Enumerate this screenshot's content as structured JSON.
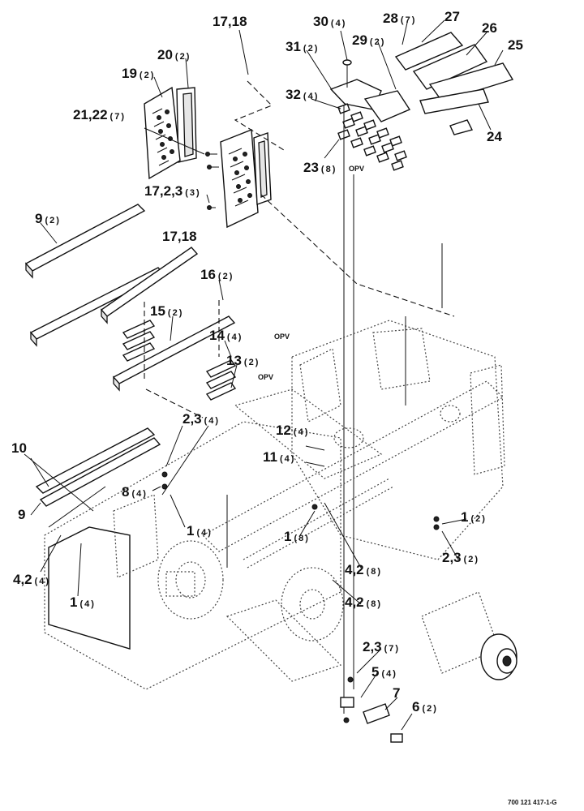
{
  "drawing_code": "700 121 417-1-G",
  "callouts": [
    {
      "id": "c1",
      "num": "17,18",
      "qty": ""
    },
    {
      "id": "c2",
      "num": "20",
      "qty": "(2)"
    },
    {
      "id": "c3",
      "num": "19",
      "qty": "(2)"
    },
    {
      "id": "c4",
      "num": "21,22",
      "qty": "(7)"
    },
    {
      "id": "c5",
      "num": "17,2,3",
      "qty": "(3)"
    },
    {
      "id": "c6",
      "num": "17,18",
      "qty": ""
    },
    {
      "id": "c7",
      "num": "30",
      "qty": "(4)"
    },
    {
      "id": "c8",
      "num": "31",
      "qty": "(2)"
    },
    {
      "id": "c9",
      "num": "28",
      "qty": "(7)"
    },
    {
      "id": "c10",
      "num": "27",
      "qty": ""
    },
    {
      "id": "c11",
      "num": "29",
      "qty": "(2)"
    },
    {
      "id": "c12",
      "num": "26",
      "qty": ""
    },
    {
      "id": "c13",
      "num": "25",
      "qty": ""
    },
    {
      "id": "c14",
      "num": "32",
      "qty": "(4)"
    },
    {
      "id": "c15",
      "num": "24",
      "qty": ""
    },
    {
      "id": "c16",
      "num": "23",
      "qty": "(8)",
      "note": "OPV"
    },
    {
      "id": "c17",
      "num": "9",
      "qty": "(2)"
    },
    {
      "id": "c18",
      "num": "16",
      "qty": "(2)"
    },
    {
      "id": "c19",
      "num": "15",
      "qty": "(2)"
    },
    {
      "id": "c20",
      "num": "14",
      "qty": "(4)",
      "note": "OPV"
    },
    {
      "id": "c21",
      "num": "13",
      "qty": "(2)",
      "note": "OPV"
    },
    {
      "id": "c22",
      "num": "2,3",
      "qty": "(4)"
    },
    {
      "id": "c23",
      "num": "12",
      "qty": "(4)"
    },
    {
      "id": "c24",
      "num": "11",
      "qty": "(4)"
    },
    {
      "id": "c25",
      "num": "10",
      "qty": ""
    },
    {
      "id": "c26",
      "num": "8",
      "qty": "(4)"
    },
    {
      "id": "c27",
      "num": "9",
      "qty": ""
    },
    {
      "id": "c28",
      "num": "1",
      "qty": "(4)"
    },
    {
      "id": "c29",
      "num": "1",
      "qty": "(2)"
    },
    {
      "id": "c30",
      "num": "1",
      "qty": "(8)"
    },
    {
      "id": "c31",
      "num": "2,3",
      "qty": "(2)"
    },
    {
      "id": "c32",
      "num": "4,2",
      "qty": "(4)"
    },
    {
      "id": "c33",
      "num": "1",
      "qty": "(4)"
    },
    {
      "id": "c34",
      "num": "4,2",
      "qty": "(8)"
    },
    {
      "id": "c35",
      "num": "4,2",
      "qty": "(8)"
    },
    {
      "id": "c36",
      "num": "2,3",
      "qty": "(7)"
    },
    {
      "id": "c37",
      "num": "5",
      "qty": "(4)"
    },
    {
      "id": "c38",
      "num": "7",
      "qty": ""
    },
    {
      "id": "c39",
      "num": "6",
      "qty": "(2)"
    }
  ]
}
